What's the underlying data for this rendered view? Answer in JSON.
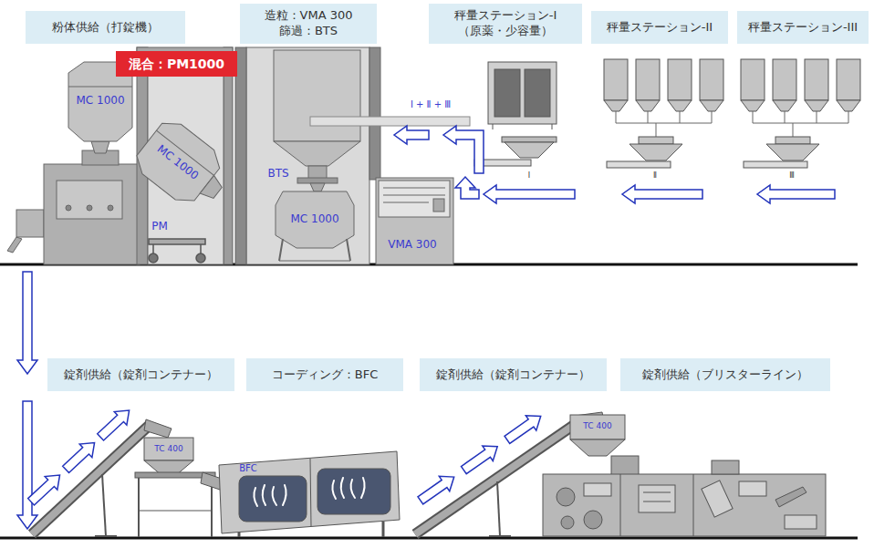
{
  "diagram": {
    "nodes": [
      {
        "text": [
          "粉体供給（打錠機）"
        ]
      },
      {
        "text": [
          "造粒：VMA 300",
          "篩過：BTS"
        ]
      },
      {
        "text": [
          "秤量ステーション-I",
          "（原薬・少容量）"
        ]
      },
      {
        "text": [
          "秤量ステーション-II"
        ]
      },
      {
        "text": [
          "秤量ステーション-III"
        ]
      },
      {
        "text": [
          "混合：PM1000"
        ]
      },
      {
        "text": [
          "錠剤供給（錠剤コンテナー）"
        ]
      },
      {
        "text": [
          "コーディング：BFC"
        ]
      },
      {
        "text": [
          "錠剤供給（錠剤コンテナー）"
        ]
      },
      {
        "text": [
          "錠剤供給（ブリスターライン）"
        ]
      }
    ],
    "labels": [
      "MC 1000",
      "MC 1000",
      "PM",
      "BTS",
      "MC 1000",
      "VMA 300",
      "Ⅰ + Ⅱ + Ⅲ",
      "Ⅰ",
      "Ⅱ",
      "Ⅲ",
      "TC 400",
      "BFC",
      "TC 400"
    ]
  }
}
